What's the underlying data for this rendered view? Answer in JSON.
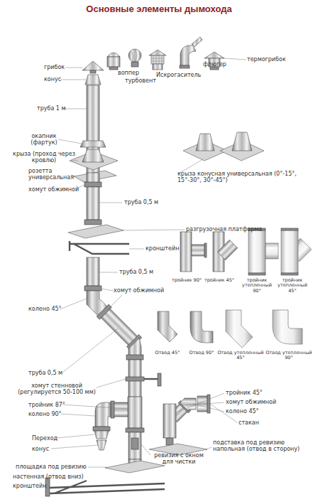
{
  "diagram": {
    "title": "Основные элементы дымохода",
    "labels": [
      "грибок",
      "конус",
      "воппер",
      "турбовент",
      "Искрогаситель",
      "флюгер",
      "термогрибок",
      "труба 1 м",
      "окапник (фартук)",
      "крыза (проход через кровлю)",
      "крыза конусная универсальная (0°-15°, 15°-30°, 30°-45°)",
      "розетта универсальная",
      "хомут обжимной",
      "труба 0,5 м",
      "разгрузочная платформа",
      "кронштейн",
      "труба 0,5 м",
      "хомут обжимной",
      "колено 45°",
      "тройник 90°",
      "тройник 45°",
      "тройник утепленный 90°",
      "тройник утепленный 45°",
      "Отвод 45°",
      "Отвод 90°",
      "Отвод утепленный 45°",
      "Отвод утепленный 90°",
      "труба 0,5 м",
      "хомут стенновой (регулируется 50-100 мм)",
      "тройник 87°",
      "колено 90°",
      "тройник 45°",
      "хомут обжимной",
      "колено 45°",
      "стакан",
      "Переход",
      "конус",
      "ревизия с окном для чистки",
      "площадка под ревизию",
      "подставка под ревизию напольная (отвод в сторону)",
      "настенная (отвод вниз)",
      "кронштейн"
    ]
  }
}
